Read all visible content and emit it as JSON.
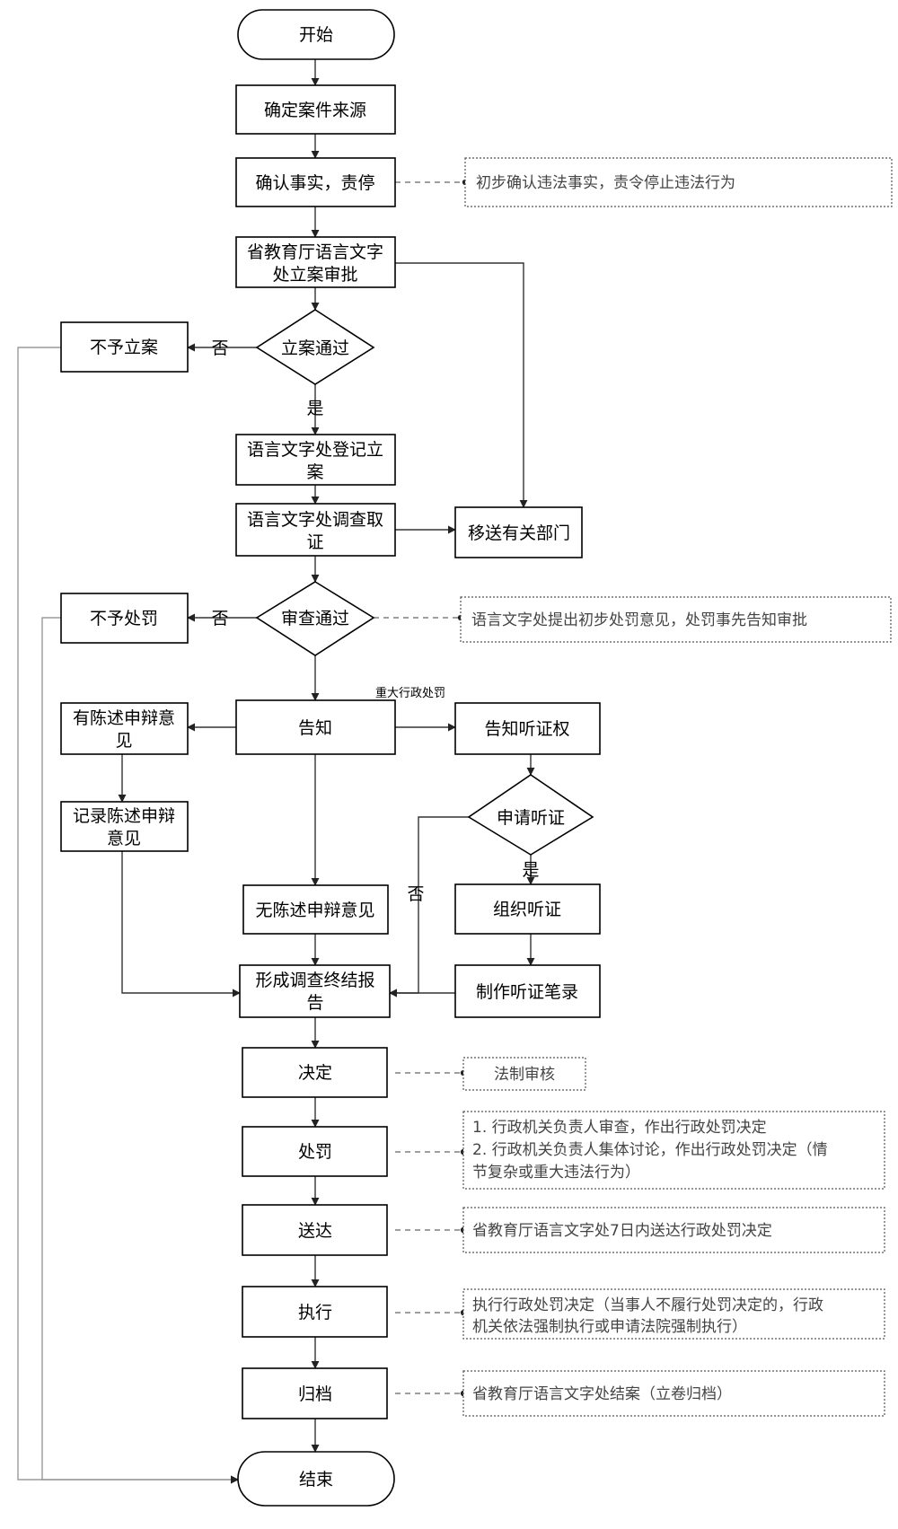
{
  "nodes": {
    "start": "开始",
    "confirm_source": "确定案件来源",
    "confirm_facts": "确认事实，责停",
    "approval_line1": "省教育厅语言文字",
    "approval_line2": "处立案审批",
    "filing_pass": "立案通过",
    "no_filing": "不予立案",
    "register_line1": "语言文字处登记立",
    "register_line2": "案",
    "investigate_line1": "语言文字处调查取",
    "investigate_line2": "证",
    "transfer": "移送有关部门",
    "review_pass": "审查通过",
    "no_penalty": "不予处罚",
    "notify": "告知",
    "has_statement_line1": "有陈述申辩意",
    "has_statement_line2": "见",
    "record_statement_line1": "记录陈述申辩",
    "record_statement_line2": "意见",
    "no_statement": "无陈述申辩意见",
    "notify_hearing": "告知听证权",
    "apply_hearing": "申请听证",
    "organize_hearing": "组织听证",
    "hearing_record": "制作听证笔录",
    "report_line1": "形成调查终结报",
    "report_line2": "告",
    "decide": "决定",
    "penalty": "处罚",
    "deliver": "送达",
    "execute": "执行",
    "archive": "归档",
    "end": "结束"
  },
  "labels": {
    "no": "否",
    "yes": "是",
    "major_penalty": "重大行政处罚"
  },
  "notes": {
    "confirm_facts": "初步确认违法事实，责令停止违法行为",
    "review_pass": "语言文字处提出初步处罚意见，处罚事先告知审批",
    "decide": "法制审核",
    "penalty_line1": "1. 行政机关负责人审查，作出行政处罚决定",
    "penalty_line2": "2. 行政机关负责人集体讨论，作出行政处罚决定（情",
    "penalty_line3": "节复杂或重大违法行为）",
    "deliver": "省教育厅语言文字处7日内送达行政处罚决定",
    "execute_line1": "执行行政处罚决定（当事人不履行处罚决定的，行政",
    "execute_line2": "机关依法强制执行或申请法院强制执行）",
    "archive": "省教育厅语言文字处结案（立卷归档）"
  }
}
